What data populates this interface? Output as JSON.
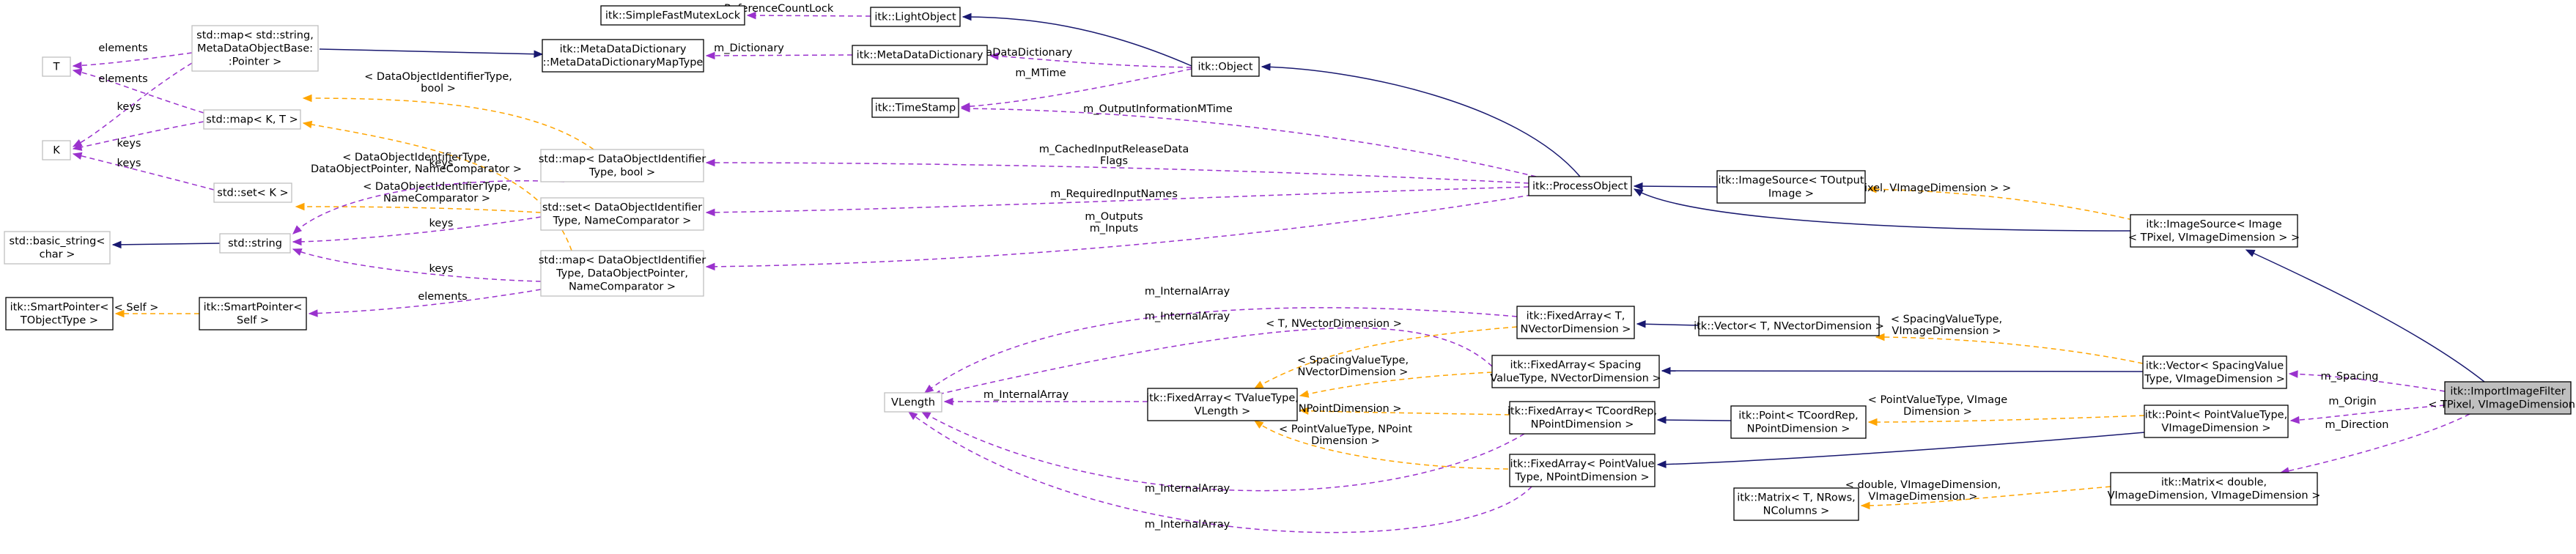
{
  "nodes": [
    {
      "id": "mutex",
      "lines": [
        "itk::SimpleFastMutexLock"
      ]
    },
    {
      "id": "lightobject",
      "lines": [
        "itk::LightObject"
      ]
    },
    {
      "id": "object",
      "lines": [
        "itk::Object"
      ]
    },
    {
      "id": "mdd",
      "lines": [
        "itk::MetaDataDictionary"
      ]
    },
    {
      "id": "mddmap",
      "lines": [
        "itk::MetaDataDictionary",
        "::MetaDataDictionaryMapType"
      ]
    },
    {
      "id": "mapstr",
      "lines": [
        "std::map< std::string,",
        "MetaDataObjectBase:",
        ":Pointer >"
      ]
    },
    {
      "id": "T",
      "lines": [
        "T"
      ]
    },
    {
      "id": "K",
      "lines": [
        "K"
      ]
    },
    {
      "id": "mapkt",
      "lines": [
        "std::map< K, T >"
      ]
    },
    {
      "id": "setk",
      "lines": [
        "std::set< K >"
      ]
    },
    {
      "id": "basicstr",
      "lines": [
        "std::basic_string<",
        "char >"
      ]
    },
    {
      "id": "stdstring",
      "lines": [
        "std::string"
      ]
    },
    {
      "id": "sp",
      "lines": [
        "itk::SmartPointer<",
        "TObjectType >"
      ]
    },
    {
      "id": "spself",
      "lines": [
        "itk::SmartPointer<",
        "Self >"
      ]
    },
    {
      "id": "timestamp",
      "lines": [
        "itk::TimeStamp"
      ]
    },
    {
      "id": "mapbool",
      "lines": [
        "std::map< DataObjectIdentifier",
        "Type, bool >"
      ]
    },
    {
      "id": "setdoid",
      "lines": [
        "std::set< DataObjectIdentifier",
        "Type, NameComparator >"
      ]
    },
    {
      "id": "mapdoid",
      "lines": [
        "std::map< DataObjectIdentifier",
        "Type, DataObjectPointer,",
        "NameComparator >"
      ]
    },
    {
      "id": "processobject",
      "lines": [
        "itk::ProcessObject"
      ]
    },
    {
      "id": "imgsrcout",
      "lines": [
        "itk::ImageSource< TOutput",
        "Image >"
      ]
    },
    {
      "id": "imgsrcimg",
      "lines": [
        "itk::ImageSource< Image",
        "< TPixel, VImageDimension > >"
      ]
    },
    {
      "id": "vlength",
      "lines": [
        "VLength"
      ]
    },
    {
      "id": "fatv",
      "lines": [
        "itk::FixedArray< TValueType,",
        "VLength >"
      ]
    },
    {
      "id": "fatn",
      "lines": [
        "itk::FixedArray< T,",
        "NVectorDimension >"
      ]
    },
    {
      "id": "vectortn",
      "lines": [
        "itk::Vector< T, NVectorDimension >"
      ]
    },
    {
      "id": "faspacing",
      "lines": [
        "itk::FixedArray< Spacing",
        "ValueType, NVectorDimension >"
      ]
    },
    {
      "id": "vectorspacing",
      "lines": [
        "itk::Vector< SpacingValue",
        "Type, VImageDimension >"
      ]
    },
    {
      "id": "facoord",
      "lines": [
        "itk::FixedArray< TCoordRep,",
        "NPointDimension >"
      ]
    },
    {
      "id": "pointcoord",
      "lines": [
        "itk::Point< TCoordRep,",
        "NPointDimension >"
      ]
    },
    {
      "id": "pointvalue",
      "lines": [
        "itk::Point< PointValueType,",
        "VImageDimension >"
      ]
    },
    {
      "id": "fapoint",
      "lines": [
        "itk::FixedArray< PointValue",
        "Type, NPointDimension >"
      ]
    },
    {
      "id": "matrixtn",
      "lines": [
        "itk::Matrix< T, NRows,",
        "NColumns >"
      ]
    },
    {
      "id": "matrixd",
      "lines": [
        "itk::Matrix< double,",
        "VImageDimension, VImageDimension >"
      ]
    },
    {
      "id": "importfilter",
      "lines": [
        "itk::ImportImageFilter",
        "< TPixel, VImageDimension >"
      ]
    }
  ],
  "edges": [
    {
      "id": "e_mutex",
      "style": "usage",
      "label": [
        "m_ReferenceCountLock"
      ]
    },
    {
      "id": "e_lo_obj",
      "style": "solid",
      "label": []
    },
    {
      "id": "e_mddmap",
      "style": "usage",
      "label": [
        "m_Dictionary"
      ]
    },
    {
      "id": "e_mdd_obj",
      "style": "usage",
      "label": [
        "m_MetaDataDictionary"
      ]
    },
    {
      "id": "e_mtime",
      "style": "usage",
      "label": [
        "m_MTime"
      ]
    },
    {
      "id": "e_mapstr_mdd",
      "style": "solid",
      "label": []
    },
    {
      "id": "e_T_elements",
      "style": "usage",
      "label": [
        "elements"
      ]
    },
    {
      "id": "e_K_keys",
      "style": "usage",
      "label": [
        "keys"
      ]
    },
    {
      "id": "e_T_elements2",
      "style": "usage",
      "label": [
        "elements"
      ]
    },
    {
      "id": "e_K_keys2",
      "style": "usage",
      "label": [
        "keys"
      ]
    },
    {
      "id": "e_K_keys3",
      "style": "usage",
      "label": [
        "keys"
      ]
    },
    {
      "id": "e_basic_string",
      "style": "solid",
      "label": []
    },
    {
      "id": "e_spself",
      "style": "tmpl",
      "label": [
        "< Self >"
      ]
    },
    {
      "id": "e_omtime",
      "style": "usage",
      "label": [
        "m_OutputInformationMTime"
      ]
    },
    {
      "id": "e_obj_po",
      "style": "solid",
      "label": []
    },
    {
      "id": "e_mapbool_tmpl",
      "style": "tmpl",
      "label": [
        "< DataObjectIdentifierType,",
        "bool >"
      ]
    },
    {
      "id": "e_setdoid_tmpl",
      "style": "tmpl",
      "label": [
        "< DataObjectIdentifierType,",
        "NameComparator >"
      ]
    },
    {
      "id": "e_mapdoid_tmpl",
      "style": "tmpl",
      "label": [
        "< DataObjectIdentifierType,",
        "DataObjectPointer, NameComparator >"
      ]
    },
    {
      "id": "e_str_keys1",
      "style": "usage",
      "label": [
        "keys"
      ]
    },
    {
      "id": "e_str_keys2",
      "style": "usage",
      "label": [
        "keys"
      ]
    },
    {
      "id": "e_str_keys3",
      "style": "usage",
      "label": [
        "keys"
      ]
    },
    {
      "id": "e_spself_elements",
      "style": "usage",
      "label": [
        "elements"
      ]
    },
    {
      "id": "e_cached",
      "style": "usage",
      "label": [
        "m_CachedInputReleaseData",
        "Flags"
      ]
    },
    {
      "id": "e_required",
      "style": "usage",
      "label": [
        "m_RequiredInputNames"
      ]
    },
    {
      "id": "e_outputs",
      "style": "usage",
      "label": [
        "m_Outputs",
        "m_Inputs"
      ]
    },
    {
      "id": "e_po_imgsrcout",
      "style": "solid",
      "label": []
    },
    {
      "id": "e_po_imgsrcimg",
      "style": "solid",
      "label": []
    },
    {
      "id": "e_imgsrc_tmpl",
      "style": "tmpl",
      "label": [
        "< Image< TPixel, VImageDimension > >"
      ]
    },
    {
      "id": "e_imgsrc_filter",
      "style": "solid",
      "label": []
    },
    {
      "id": "e_ia_fatn",
      "style": "usage",
      "label": [
        "m_InternalArray"
      ]
    },
    {
      "id": "e_ia_faspacing",
      "style": "usage",
      "label": [
        "m_InternalArray"
      ]
    },
    {
      "id": "e_ia_fatv",
      "style": "usage",
      "label": [
        "m_InternalArray"
      ]
    },
    {
      "id": "e_ia_facoord",
      "style": "usage",
      "label": [
        "m_InternalArray"
      ]
    },
    {
      "id": "e_ia_fapoint",
      "style": "usage",
      "label": [
        "m_InternalArray"
      ]
    },
    {
      "id": "e_fatn_tmpl",
      "style": "tmpl",
      "label": [
        "< T, NVectorDimension >"
      ]
    },
    {
      "id": "e_faspacing_tmpl",
      "style": "tmpl",
      "label": [
        "< SpacingValueType,",
        "NVectorDimension >"
      ]
    },
    {
      "id": "e_facoord_tmpl",
      "style": "tmpl",
      "label": [
        "< TCoordRep, NPointDimension >"
      ]
    },
    {
      "id": "e_fapoint_tmpl",
      "style": "tmpl",
      "label": [
        "< PointValueType, NPoint",
        "Dimension >"
      ]
    },
    {
      "id": "e_fatn_vector",
      "style": "solid",
      "label": []
    },
    {
      "id": "e_vector_tmpl",
      "style": "tmpl",
      "label": [
        "< SpacingValueType,",
        "VImageDimension >"
      ]
    },
    {
      "id": "e_faspacing_vs",
      "style": "solid",
      "label": []
    },
    {
      "id": "e_spacing",
      "style": "usage",
      "label": [
        "m_Spacing"
      ]
    },
    {
      "id": "e_facoord_point",
      "style": "solid",
      "label": []
    },
    {
      "id": "e_point_tmpl",
      "style": "tmpl",
      "label": [
        "< PointValueType, VImage",
        "Dimension >"
      ]
    },
    {
      "id": "e_fapoint_pv",
      "style": "solid",
      "label": []
    },
    {
      "id": "e_origin",
      "style": "usage",
      "label": [
        "m_Origin"
      ]
    },
    {
      "id": "e_matrix_tmpl",
      "style": "tmpl",
      "label": [
        "< double, VImageDimension,",
        "VImageDimension >"
      ]
    },
    {
      "id": "e_direction",
      "style": "usage",
      "label": [
        "m_Direction"
      ]
    }
  ]
}
